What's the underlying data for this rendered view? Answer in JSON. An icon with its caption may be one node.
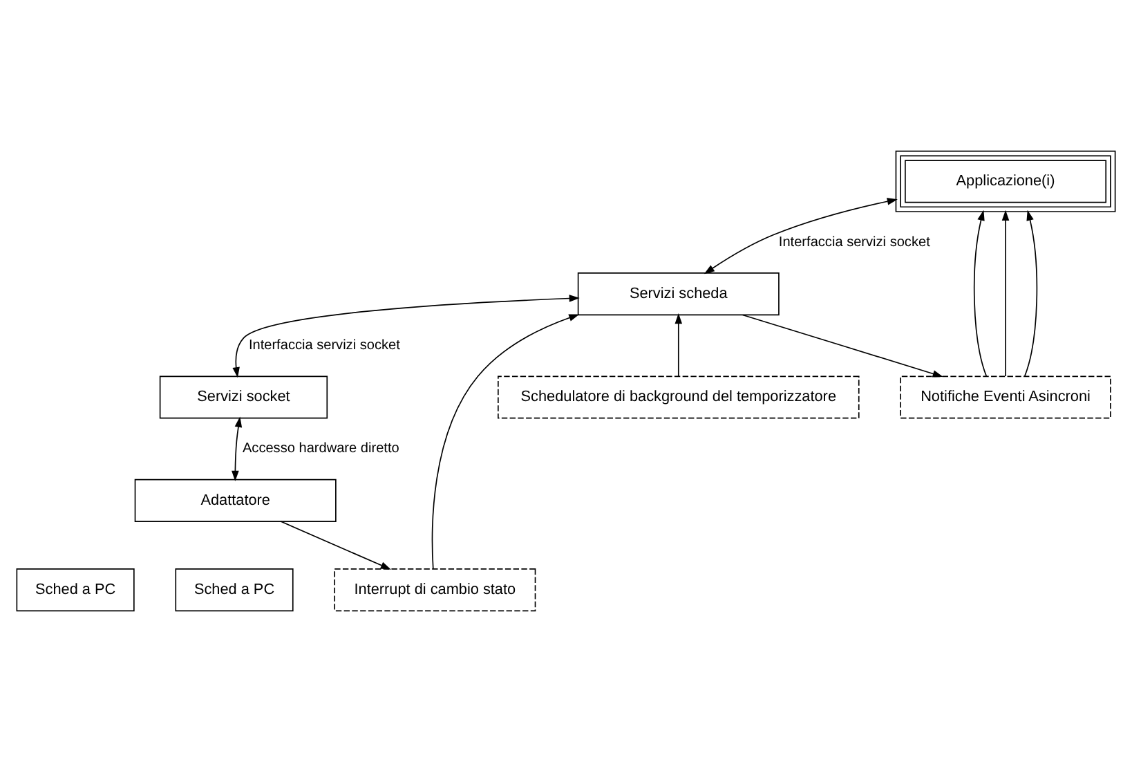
{
  "diagram": {
    "nodes": [
      {
        "text": [
          "Applicazione(i)"
        ]
      },
      {
        "text": [
          "Schedulatore di background del temporizzatore"
        ]
      },
      {
        "text": [
          "Notifiche Eventi Asincroni"
        ]
      },
      {
        "text": [
          "Servizi scheda"
        ]
      },
      {
        "text": [
          "Interrupt di cambio stato"
        ]
      },
      {
        "text": [
          "Servizi socket"
        ]
      },
      {
        "text": [
          "Adattatore"
        ]
      },
      {
        "text": [
          "Sched a PC"
        ]
      },
      {
        "text": [
          "Sched a PC"
        ]
      }
    ],
    "edges": [
      {
        "from": 0,
        "to": 3,
        "arrow": "both",
        "label": "Interfaccia servizi socket"
      },
      {
        "from": 1,
        "to": 3,
        "arrow": "to"
      },
      {
        "from": 2,
        "to": 0,
        "arrow": "to"
      },
      {
        "from": 2,
        "to": 0,
        "arrow": "to"
      },
      {
        "from": 2,
        "to": 0,
        "arrow": "to"
      },
      {
        "from": 3,
        "to": 2,
        "arrow": "to"
      },
      {
        "from": 3,
        "to": 5,
        "arrow": "both",
        "label": "Interfaccia servizi socket"
      },
      {
        "from": 4,
        "to": 3,
        "arrow": "to"
      },
      {
        "from": 5,
        "to": 6,
        "arrow": "both",
        "label": "Accesso hardware diretto"
      },
      {
        "from": 6,
        "to": 4,
        "arrow": "to"
      }
    ]
  }
}
